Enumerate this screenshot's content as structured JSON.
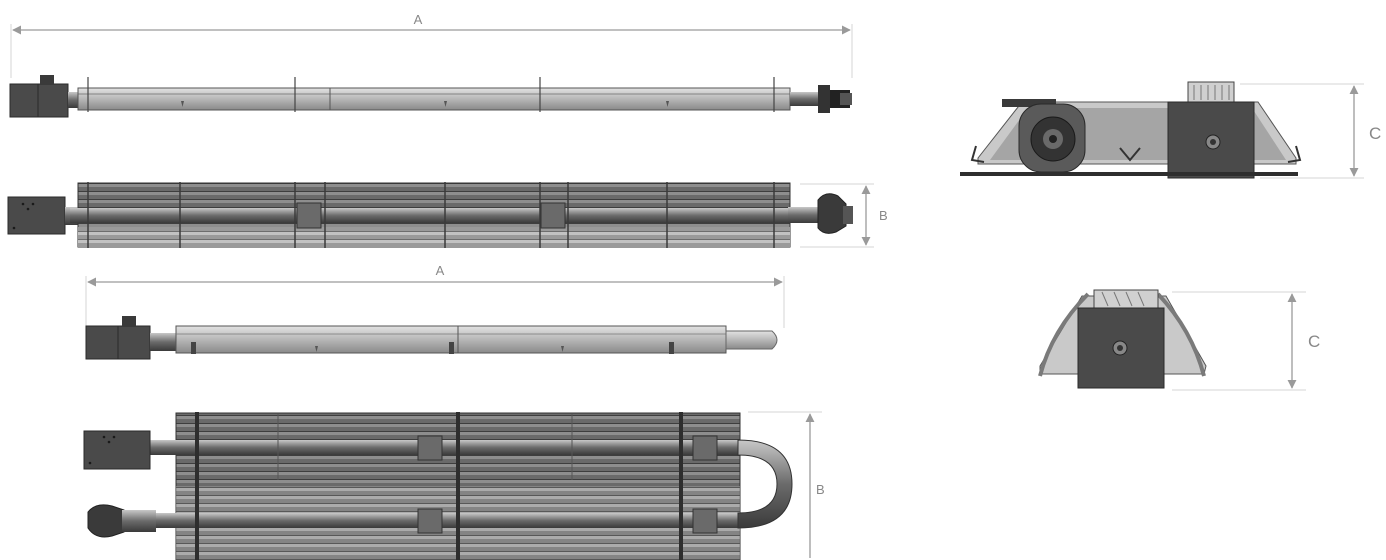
{
  "dimensions": {
    "a_linear": "A",
    "b_linear": "B",
    "a_u": "A",
    "b_u": "B",
    "c_linear": "C",
    "c_u": "C"
  },
  "colors": {
    "body_dark": "#4a4a4a",
    "body_mid": "#7a7a7a",
    "tube_light": "#b9b9b9",
    "reflector_dark": "#5e5e5e",
    "reflector_light": "#9c9c9c",
    "dimension_line": "#9a9a9a",
    "extension_line": "#d6d6d6"
  }
}
